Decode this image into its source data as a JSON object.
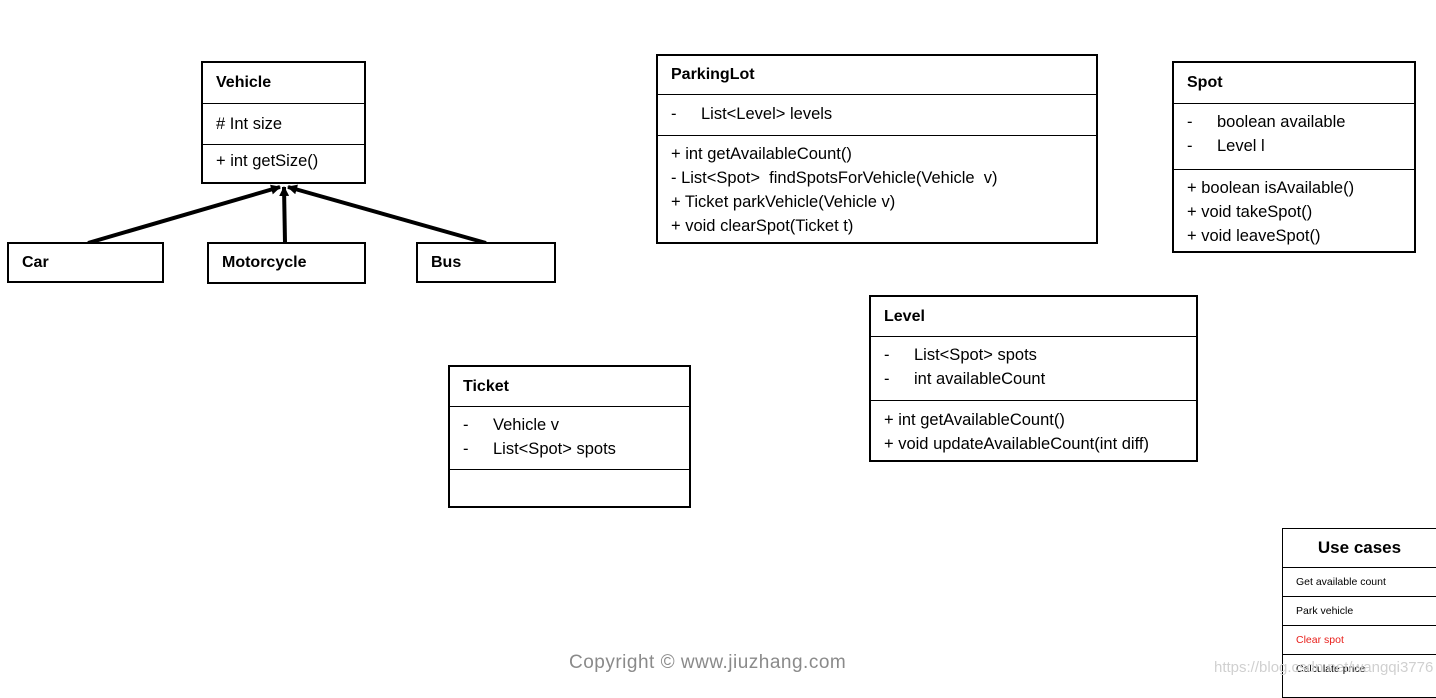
{
  "vehicle": {
    "name": "Vehicle",
    "attributes": [
      "# Int size"
    ],
    "methods": [
      "+ int getSize()"
    ]
  },
  "subclasses": [
    "Car",
    "Motorcycle",
    "Bus"
  ],
  "parking_lot": {
    "name": "ParkingLot",
    "attributes": [
      {
        "vis": "-",
        "text": "List<Level> levels"
      }
    ],
    "methods": [
      "+ int getAvailableCount()",
      "- List<Spot>  findSpotsForVehicle(Vehicle  v)",
      "+ Ticket parkVehicle(Vehicle v)",
      "+ void clearSpot(Ticket t)"
    ]
  },
  "spot": {
    "name": "Spot",
    "attributes": [
      {
        "vis": "-",
        "text": "boolean available"
      },
      {
        "vis": "-",
        "text": "Level l"
      }
    ],
    "methods": [
      "+ boolean isAvailable()",
      "+ void takeSpot()",
      "+ void leaveSpot()"
    ]
  },
  "level": {
    "name": "Level",
    "attributes": [
      {
        "vis": "-",
        "text": "List<Spot> spots"
      },
      {
        "vis": "-",
        "text": "int availableCount"
      }
    ],
    "methods": [
      "+ int getAvailableCount()",
      "+ void updateAvailableCount(int diff)"
    ]
  },
  "ticket": {
    "name": "Ticket",
    "attributes": [
      {
        "vis": "-",
        "text": "Vehicle v"
      },
      {
        "vis": "-",
        "text": "List<Spot> spots"
      }
    ]
  },
  "use_cases": {
    "title": "Use cases",
    "items": [
      "Get available count",
      "Park vehicle",
      "Clear spot",
      "Calculate price"
    ],
    "highlight_color": "#e8201c"
  },
  "footer": {
    "copyright": "Copyright © www.jiuzhang.com",
    "watermark": "https://blog.csdn.net/wangqi3776"
  }
}
